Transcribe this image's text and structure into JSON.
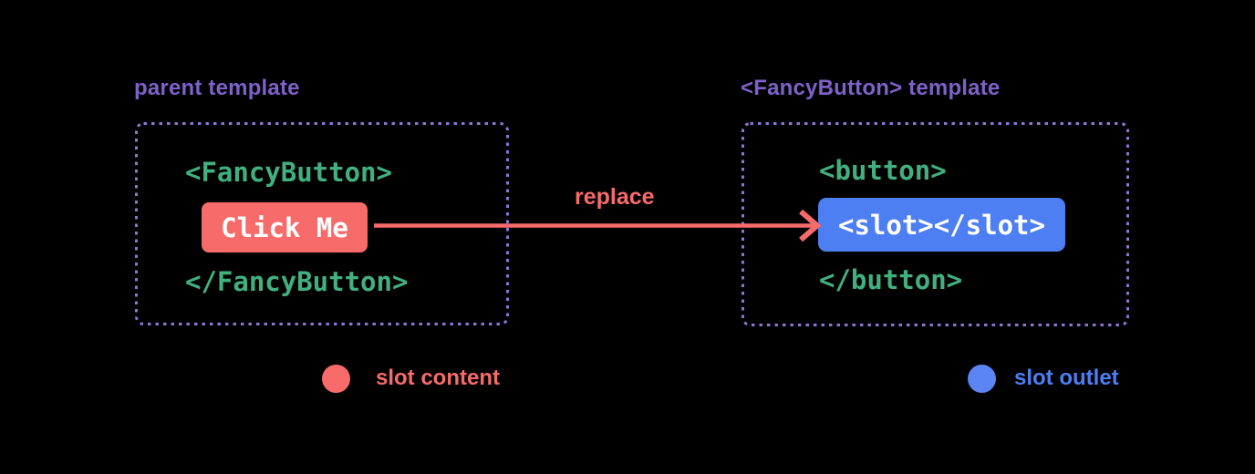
{
  "left_panel": {
    "title": "parent template",
    "code_open": "<FancyButton>",
    "button_label": "Click Me",
    "code_close": "</FancyButton>"
  },
  "arrow": {
    "label": "replace"
  },
  "right_panel": {
    "title": "<FancyButton> template",
    "code_open": "<button>",
    "slot_label": "<slot></slot>",
    "code_close": "</button>"
  },
  "legend": {
    "items": [
      {
        "label": "slot content",
        "color": "#f76b6b"
      },
      {
        "label": "slot outlet",
        "color": "#4d7ef2"
      }
    ]
  },
  "colors": {
    "background": "#000000",
    "purple_label": "#7e61c9",
    "purple_dash": "#8f74d2",
    "green_code": "#42b07e",
    "coral": "#f76b6b",
    "blue": "#4d7ef2",
    "white_text": "#ffffff"
  }
}
